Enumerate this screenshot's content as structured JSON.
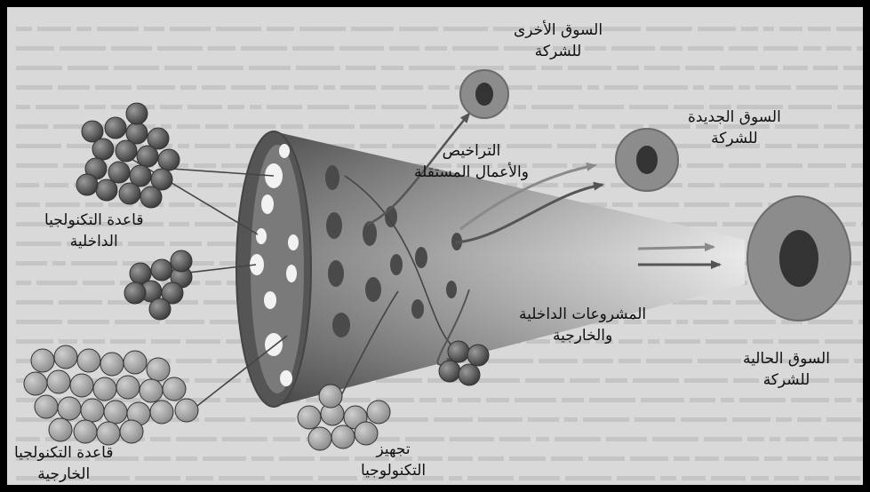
{
  "labels": {
    "other_market": [
      "السوق الأخرى",
      "للشركة"
    ],
    "new_market": [
      "السوق الجديدة",
      "للشركة"
    ],
    "current_market": [
      "السوق الحالية",
      "للشركة"
    ],
    "licenses": [
      "التراخيص",
      "والأعمال المستقلة"
    ],
    "internal_tech": [
      "قاعدة التكنولجيا",
      "الداخلية"
    ],
    "external_tech": [
      "قاعدة التكنولجيا",
      "الخارجية"
    ],
    "projects": [
      "المشروعات الداخلية",
      "والخارجية"
    ],
    "tech_equipment": [
      "تجهيز",
      "التكنولوجيا"
    ]
  },
  "colors": {
    "frame": "#000000",
    "background": "#d9d9d9",
    "funnel_dark": "#6a6a6a",
    "funnel_light": "#e6e6e6",
    "market_outer": "#8c8c8c",
    "market_inner": "#333333",
    "arrow": "#555555"
  }
}
